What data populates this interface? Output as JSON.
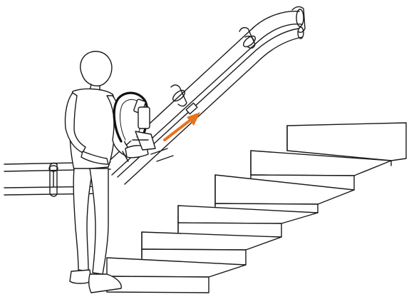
{
  "scene": {
    "illustration": "rail-installation",
    "arrow_color": "#e8731e",
    "line_color": "#1a1a1a",
    "background": "#ffffff",
    "step_count": 6,
    "icons": [
      "person-figure",
      "rail-segment",
      "handle-clamp",
      "direction-arrow",
      "staircase"
    ]
  }
}
